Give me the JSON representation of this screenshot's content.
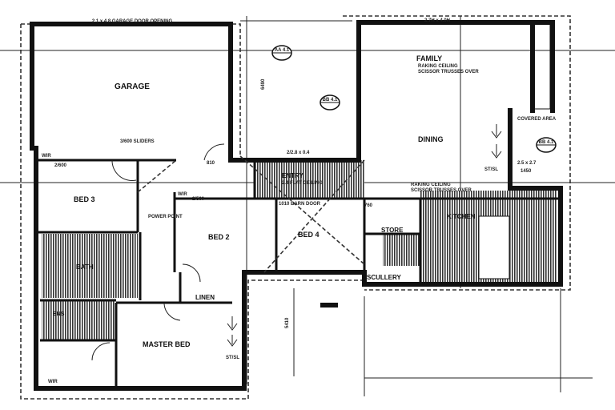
{
  "plan": {
    "rooms": {
      "garage": "GARAGE",
      "family": "FAMILY",
      "dining": "DINING",
      "covered_area": "COVERED AREA",
      "entry": "ENTRY",
      "bed3": "BED 3",
      "bed2": "BED 2",
      "bed4": "BED 4",
      "store": "STORE",
      "scullery": "SCULLERY",
      "kitchen": "KITCHEN",
      "master_bed": "MASTER BED",
      "linen": "LINEN",
      "bath": "BATH",
      "ens": "ENS",
      "wir": "WIR",
      "power_point": "POWER POINT"
    },
    "notes": {
      "garage_door": "2.1 x 4.8 GARAGE DOOR OPENING",
      "raking_ceiling": "RAKING CEILING",
      "scissor_trusses": "SCISSOR TRUSSES OVER",
      "sliders": "3/600 SLIDERS",
      "barn_door": "1010 BARN DOOR",
      "entry_ceiling": "2.4 FLAT CEILING",
      "family_window": "2.7H x 4.0H",
      "stsl": "ST/SL",
      "sliding_door": "2/600",
      "bed2_robe": "2/560"
    },
    "dimensions": {
      "d1": "6490",
      "d2": "5410",
      "d3": "1450",
      "d4": "810",
      "d5": "760",
      "d6": "2.5 x 2.7",
      "d7": "2/2.8 x 0.4"
    },
    "section_markers": [
      "AA 4.1",
      "BB 4.1",
      "BB 4.1"
    ]
  }
}
